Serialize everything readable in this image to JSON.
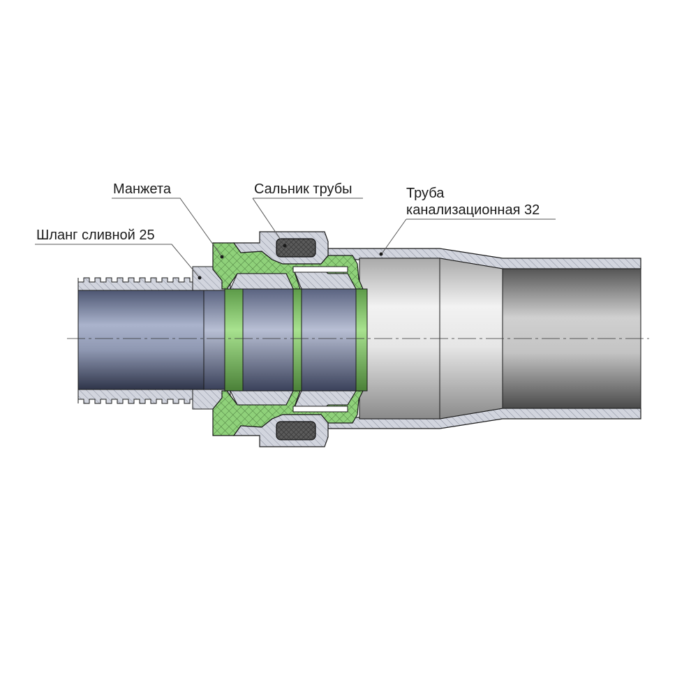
{
  "labels": {
    "hose": "Шланг сливной 25",
    "cuff": "Манжета",
    "gland": "Сальник трубы",
    "pipe_line1": "Труба",
    "pipe_line2": "канализационная 32"
  },
  "colors": {
    "green_part": "#8fd17a",
    "hatch_part": "#c9ccd6",
    "seal": "#4a4a4a",
    "hose_body": "#7f8aa6",
    "pipe_body": "#d9d9d9",
    "outline": "#1a1a1a"
  }
}
